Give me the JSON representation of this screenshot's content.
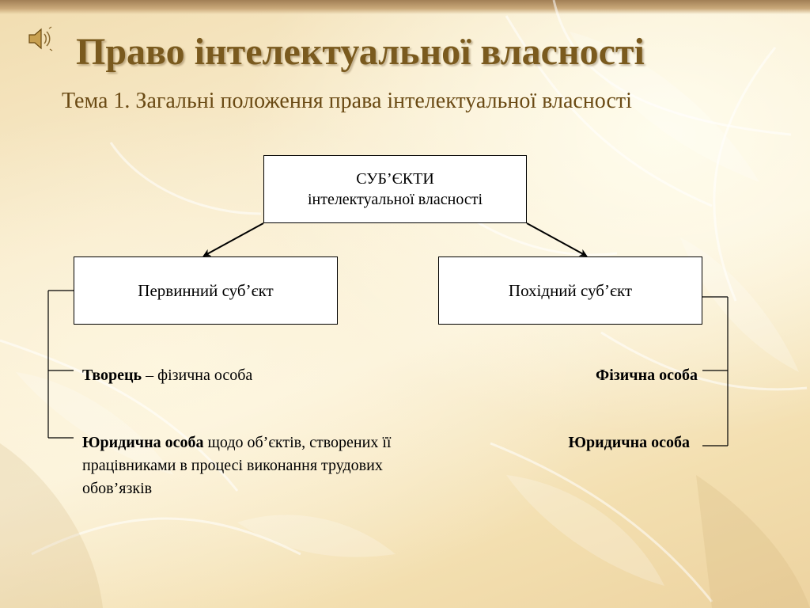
{
  "header": {
    "title": "Право інтелектуальної власності",
    "subtitle": "Тема 1. Загальні положення права інтелектуальної власності"
  },
  "diagram": {
    "root": {
      "line1": "СУБ’ЄКТИ",
      "line2": "інтелектуальної власності"
    },
    "left_branch": {
      "label": "Первинний суб’єкт",
      "items": [
        {
          "bold": "Творець",
          "rest": " – фізична особа"
        },
        {
          "bold": "Юридична особа",
          "rest": " щодо об’єктів, створених її працівниками в процесі виконання трудових обов’язків"
        }
      ]
    },
    "right_branch": {
      "label": "Похідний суб’єкт",
      "items": [
        {
          "bold": "Фізична особа"
        },
        {
          "bold": "Юридична особа"
        }
      ]
    }
  },
  "icons": {
    "speaker": "speaker-icon"
  },
  "colors": {
    "title": "#7a5a1e",
    "subtitle": "#6a4a14",
    "background": "#f8ebcc"
  }
}
